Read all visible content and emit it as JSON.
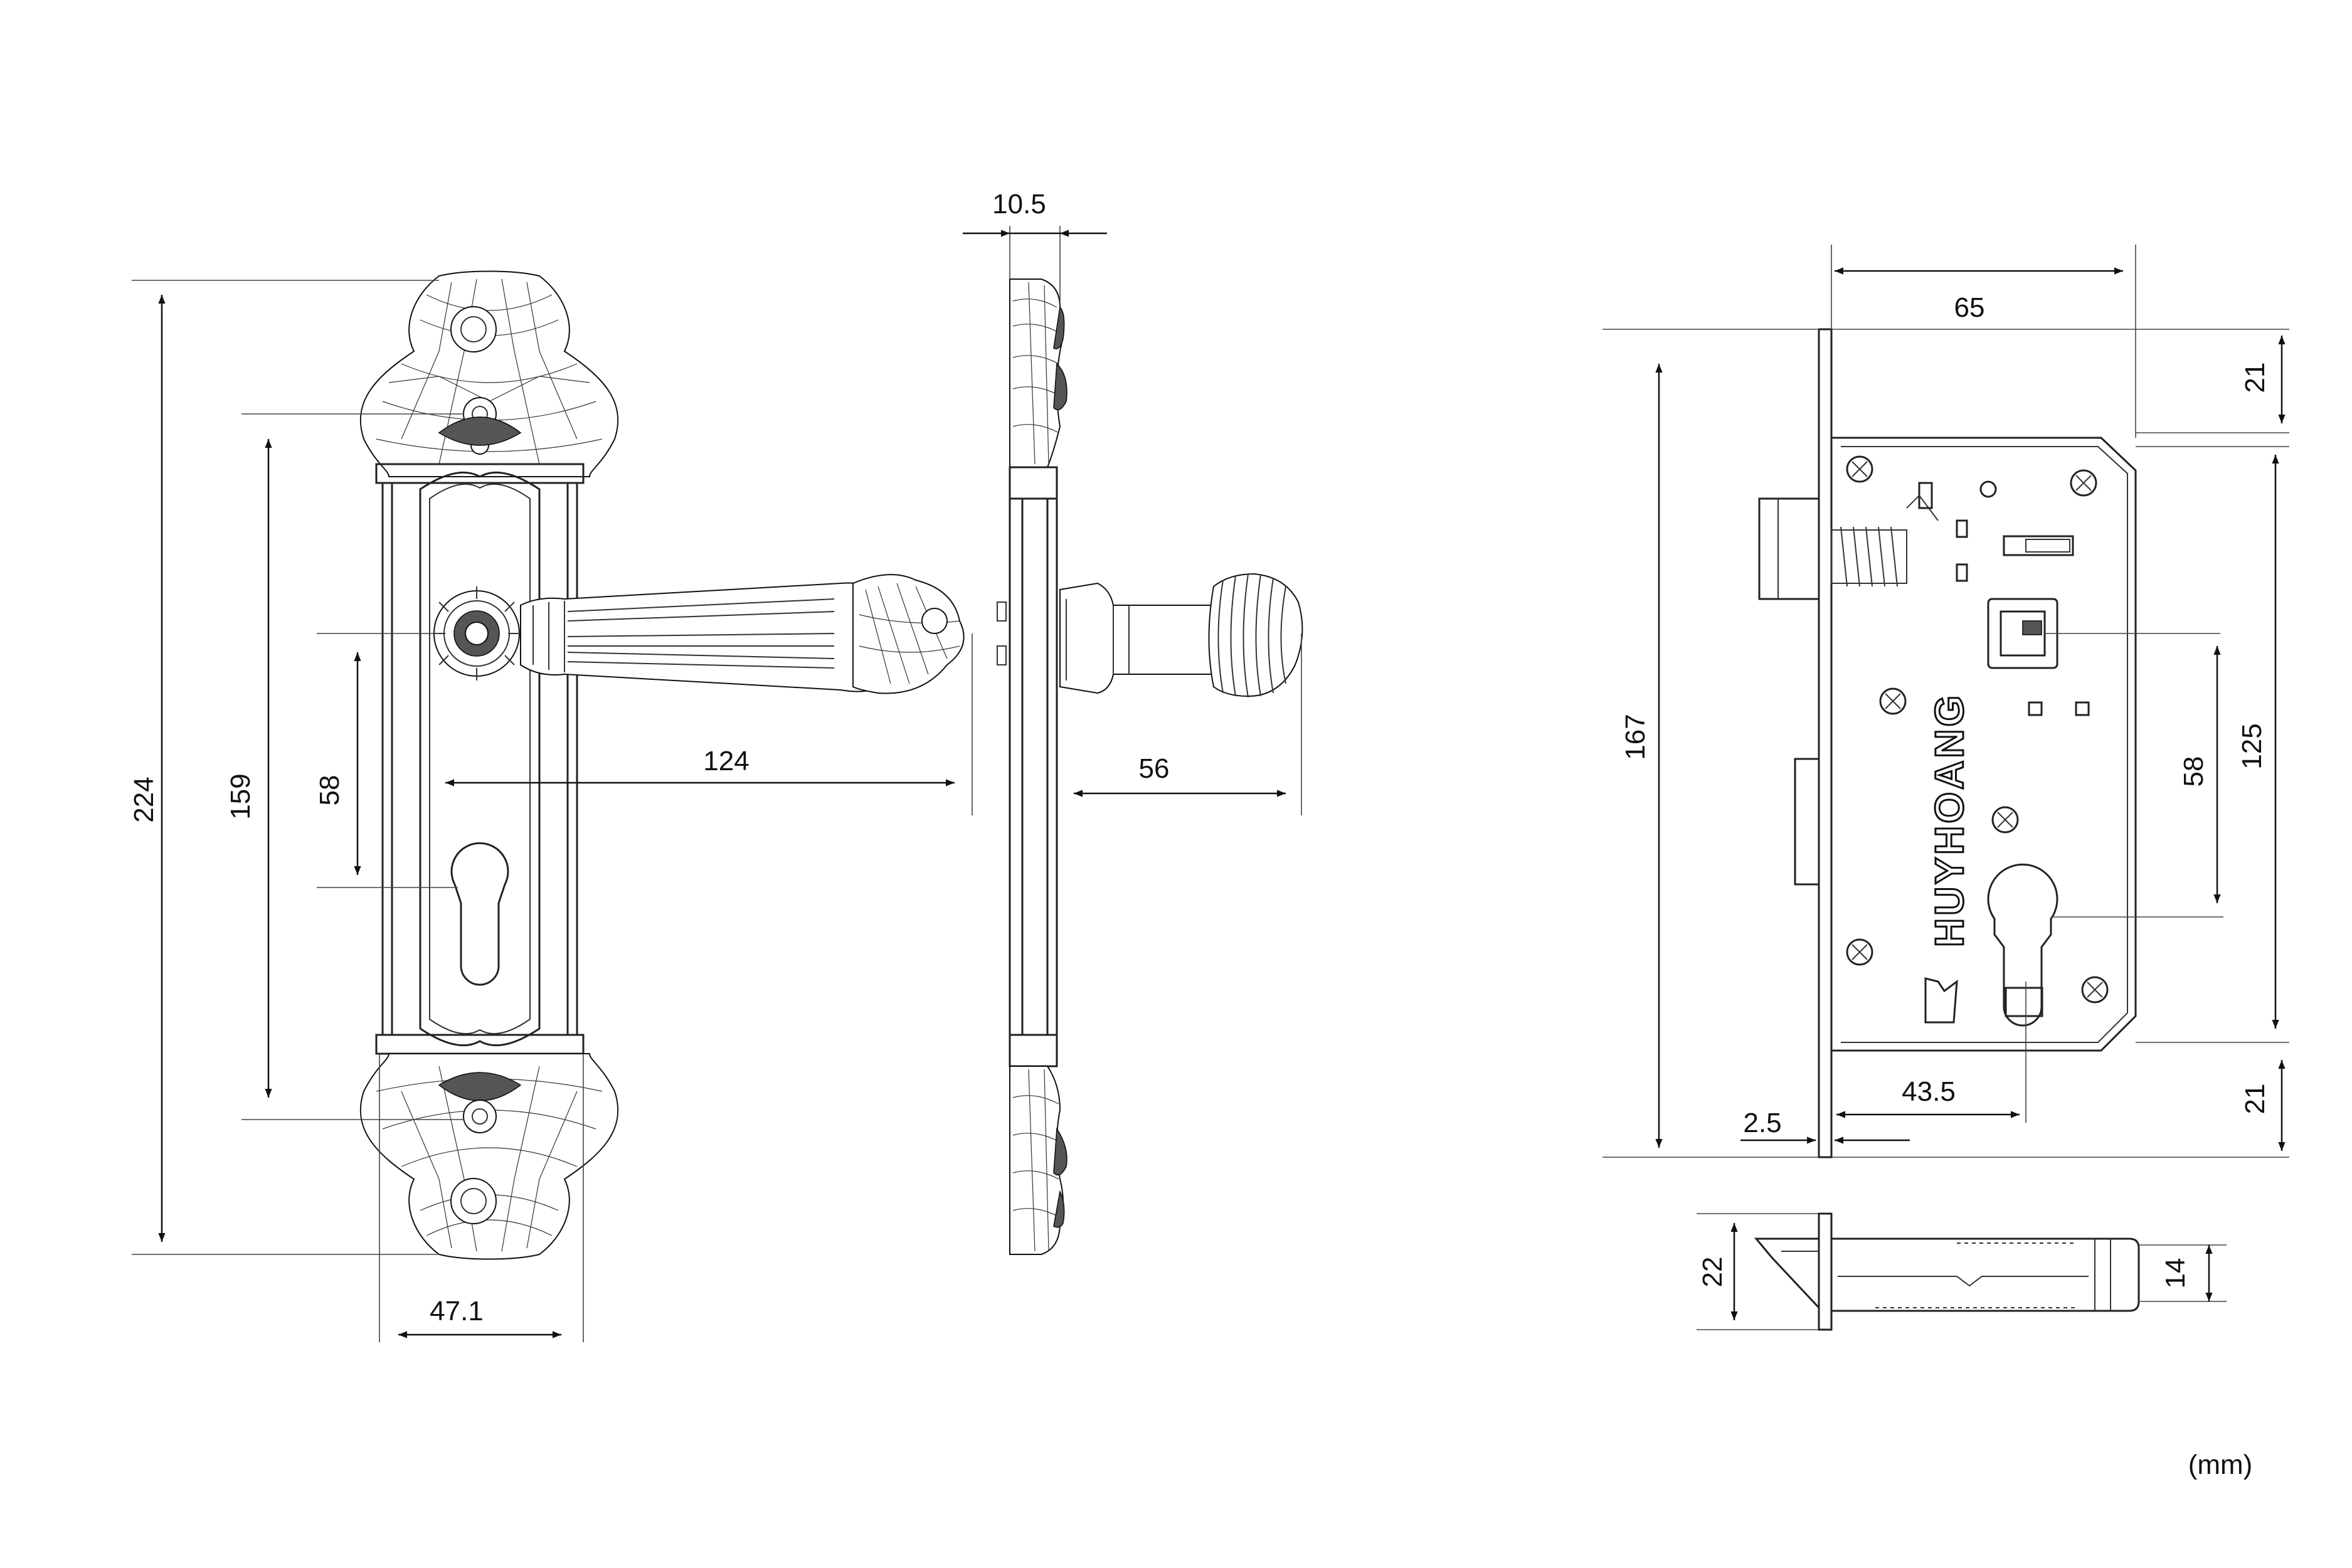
{
  "diagram": {
    "unit_label": "(mm)",
    "brand_text": "HUYHOANG",
    "handle_front": {
      "height_total": "224",
      "screw_spacing": "159",
      "handle_to_key": "58",
      "lever_length": "124",
      "plate_width": "47.1"
    },
    "handle_side": {
      "plate_thickness": "10.5",
      "lever_depth": "56"
    },
    "lock_body": {
      "backset": "65",
      "total_height": "167",
      "top_margin": "21",
      "body_height": "125",
      "center_distance": "58",
      "bottom_margin": "21",
      "cylinder_offset": "43.5",
      "faceplate_thickness": "2.5"
    },
    "latch": {
      "width_left": "22",
      "width_right": "14"
    }
  }
}
